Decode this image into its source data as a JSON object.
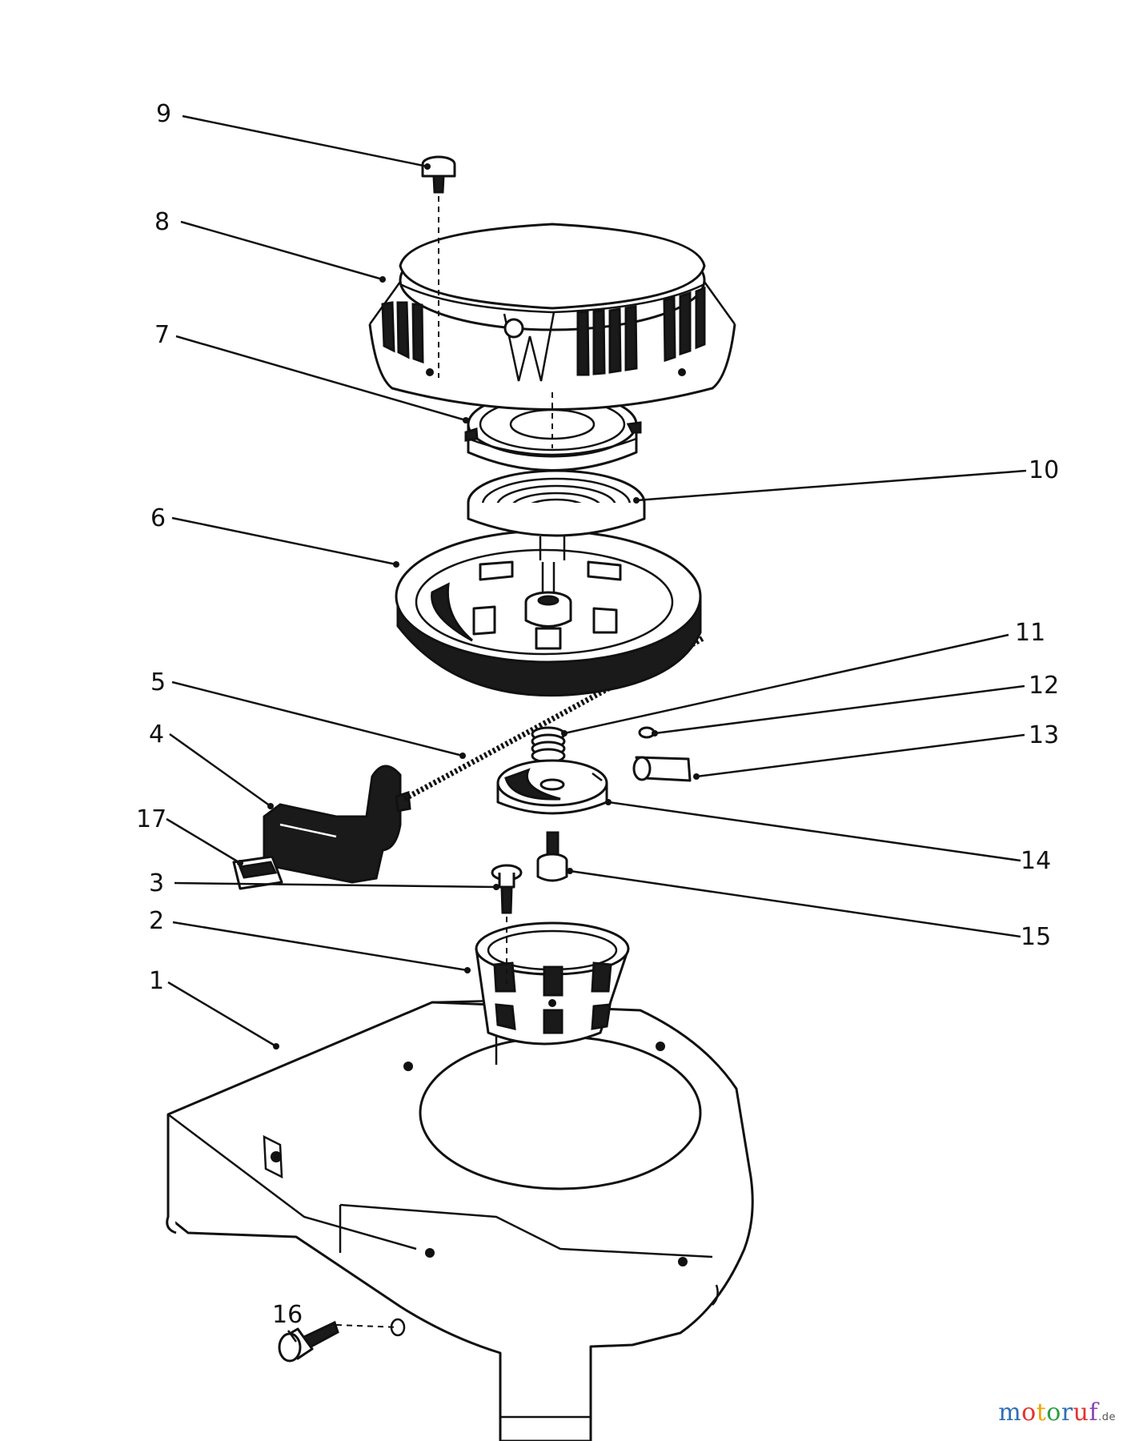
{
  "diagram": {
    "callouts": [
      {
        "id": "c1",
        "text": "1"
      },
      {
        "id": "c2",
        "text": "2"
      },
      {
        "id": "c3",
        "text": "3"
      },
      {
        "id": "c4",
        "text": "4"
      },
      {
        "id": "c5",
        "text": "5"
      },
      {
        "id": "c6",
        "text": "6"
      },
      {
        "id": "c7",
        "text": "7"
      },
      {
        "id": "c8",
        "text": "8"
      },
      {
        "id": "c9",
        "text": "9"
      },
      {
        "id": "c10",
        "text": "10"
      },
      {
        "id": "c11",
        "text": "11"
      },
      {
        "id": "c12",
        "text": "12"
      },
      {
        "id": "c13",
        "text": "13"
      },
      {
        "id": "c14",
        "text": "14"
      },
      {
        "id": "c15",
        "text": "15"
      },
      {
        "id": "c16",
        "text": "16"
      },
      {
        "id": "c17",
        "text": "17"
      }
    ],
    "line_color": "#111111",
    "background_color": "#ffffff"
  },
  "watermark": {
    "text": "motoruf",
    "tld": ".de",
    "letter_colors": [
      "#2f6fb5",
      "#e3342f",
      "#f0a500",
      "#2e9e44",
      "#2f6fb5",
      "#e3342f",
      "#8a44b8"
    ]
  }
}
